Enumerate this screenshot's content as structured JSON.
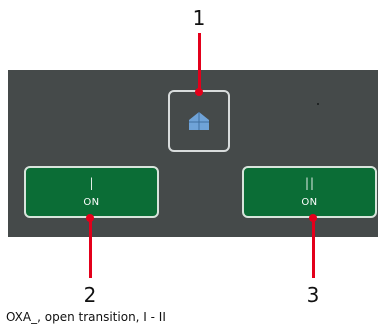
{
  "callouts": {
    "one": "1",
    "two": "2",
    "three": "3"
  },
  "panel": {
    "home_button": {
      "icon": "home-icon"
    },
    "left_button": {
      "numeral": "I",
      "state": "ON"
    },
    "right_button": {
      "numeral": "II",
      "state": "ON"
    }
  },
  "caption": "OXA_, open transition, I - II",
  "colors": {
    "panel_background": "#454a4a",
    "button_green": "#0b6d36",
    "button_border": "#d8e4dc",
    "leader_red": "#e3001b",
    "home_icon_blue": "#6fa3d8"
  }
}
